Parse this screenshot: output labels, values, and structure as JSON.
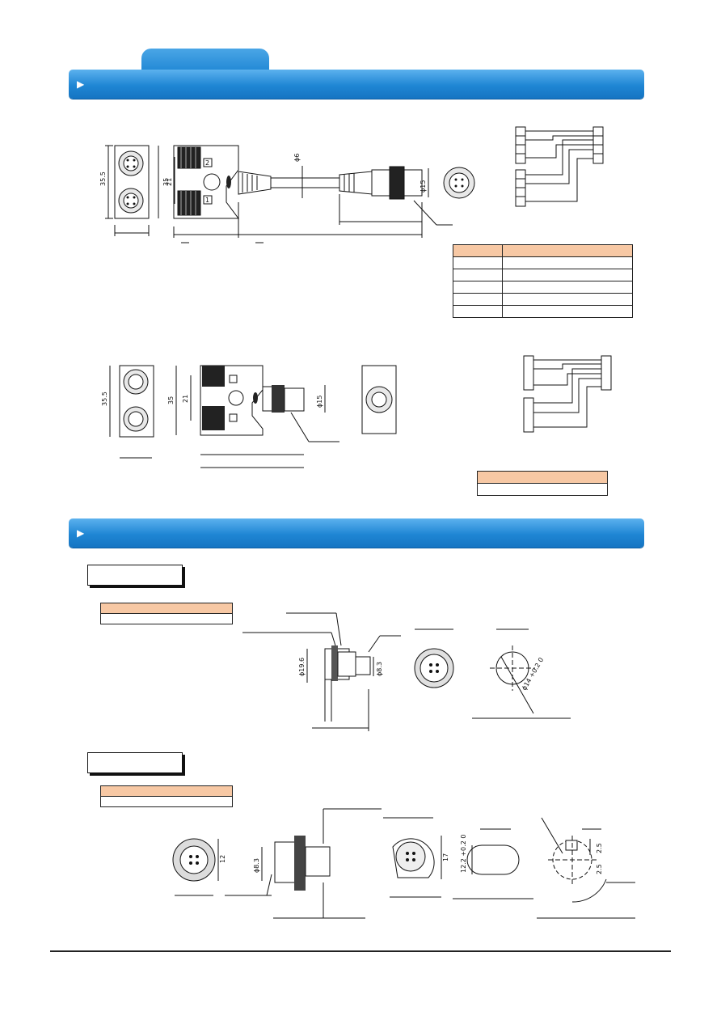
{
  "colors": {
    "banner": "#1f86d4",
    "table_header": "#f7c8a4"
  },
  "drawings": {
    "dim_35_5": "35.5",
    "dim_35": "35",
    "dim_21": "21",
    "dim_phi6": "ϕ6",
    "dim_phi15": "ϕ15",
    "dim_phi19_6": "ϕ19.6",
    "dim_phi8_3": "ϕ8.3",
    "dim_phi14": "ϕ14 +0.2 0",
    "dim_12": "12",
    "dim_17": "17",
    "dim_12_2": "12.2 +0.2 0",
    "dim_2_5": "2.5",
    "port_1": "1",
    "port_2": "2"
  }
}
